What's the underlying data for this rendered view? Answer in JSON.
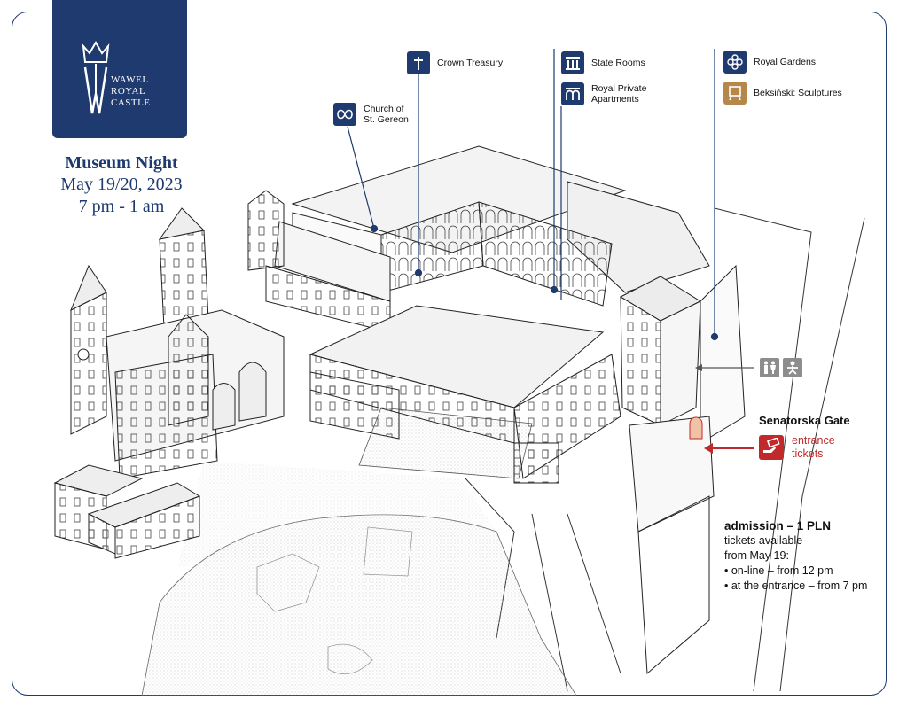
{
  "logo": {
    "line1": "WAWEL",
    "line2": "ROYAL",
    "line3": "CASTLE"
  },
  "event": {
    "title": "Museum Night",
    "date": "May 19/20, 2023",
    "time": "7 pm - 1 am"
  },
  "legend": {
    "church": {
      "line1": "Church of",
      "line2": "St. Gereon",
      "icon": "church-ornament-icon"
    },
    "treasury": {
      "label": "Crown Treasury",
      "icon": "sword-icon"
    },
    "state_rooms": {
      "label": "State Rooms",
      "icon": "colonnade-icon"
    },
    "private_apartments": {
      "line1": "Royal Private",
      "line2": "Apartments",
      "icon": "arches-icon"
    },
    "gardens": {
      "label": "Royal Gardens",
      "icon": "flower-icon"
    },
    "sculptures": {
      "label": "Beksiński: Sculptures",
      "icon": "easel-icon"
    }
  },
  "gate": {
    "title": "Senatorska Gate",
    "entrance_line1": "entrance",
    "entrance_line2": "tickets",
    "icon": "ticket-hand-icon"
  },
  "facilities": {
    "toilets_icon": "toilets-icon",
    "baby_change_icon": "baby-change-icon"
  },
  "admission": {
    "heading": "admission – 1 PLN",
    "line1": "tickets available",
    "line2": "from May 19:",
    "line3": "• on-line – from 12 pm",
    "line4": "• at the entrance – from 7 pm"
  },
  "colors": {
    "navy": "#1e3a6e",
    "red": "#c02a2a",
    "gold": "#b5874a",
    "grey": "#8d8d8d"
  }
}
